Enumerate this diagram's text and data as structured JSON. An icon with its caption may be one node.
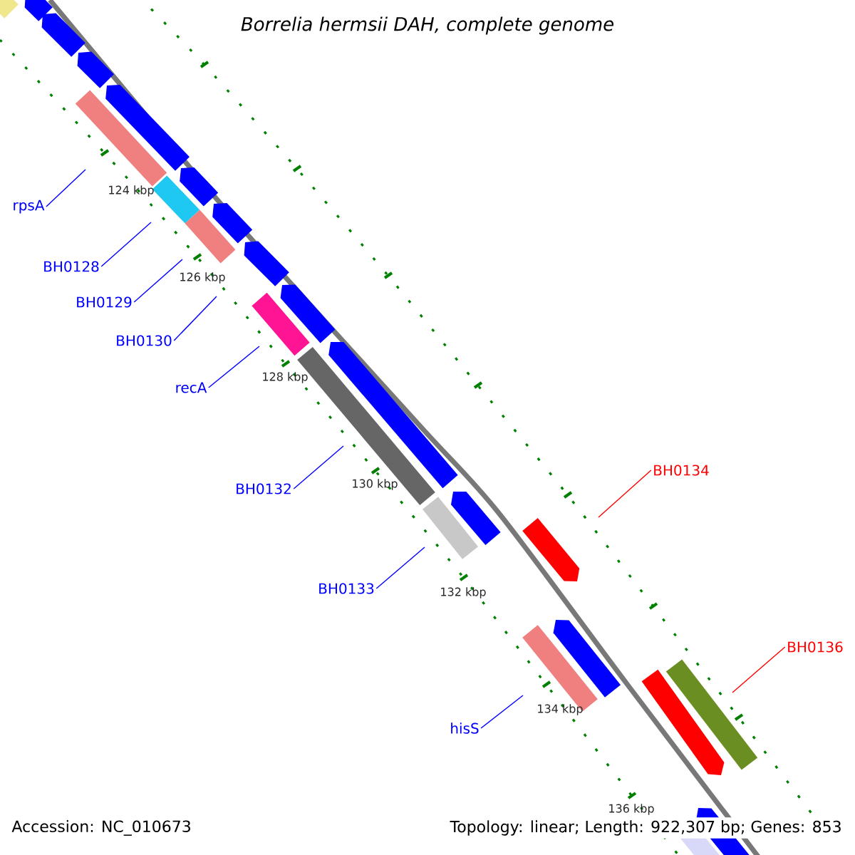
{
  "diagram": {
    "title": "Borrelia hermsii DAH, complete genome",
    "nodes": [
      {
        "text": [
          "rpsA"
        ]
      },
      {
        "text": [
          "BH0128"
        ]
      },
      {
        "text": [
          "BH0129"
        ]
      },
      {
        "text": [
          "BH0130"
        ]
      },
      {
        "text": [
          "recA"
        ]
      },
      {
        "text": [
          "BH0132"
        ]
      },
      {
        "text": [
          "BH0133"
        ]
      },
      {
        "text": [
          "hisS"
        ]
      },
      {
        "text": [
          "BH0134"
        ]
      },
      {
        "text": [
          "BH0136"
        ]
      }
    ],
    "edges": [
      {
        "from": 0,
        "to": null,
        "arrow": "none"
      },
      {
        "from": 1,
        "to": null,
        "arrow": "none"
      },
      {
        "from": 2,
        "to": null,
        "arrow": "none"
      },
      {
        "from": 3,
        "to": null,
        "arrow": "none"
      },
      {
        "from": 4,
        "to": null,
        "arrow": "none"
      },
      {
        "from": 5,
        "to": null,
        "arrow": "none"
      },
      {
        "from": 6,
        "to": null,
        "arrow": "none"
      },
      {
        "from": 7,
        "to": null,
        "arrow": "none"
      },
      {
        "from": 8,
        "to": null,
        "arrow": "none",
        "color": "#ff0000"
      },
      {
        "from": 9,
        "to": null,
        "arrow": "none",
        "color": "#ff0000"
      }
    ],
    "labels": [
      "124 kbp",
      "126 kbp",
      "128 kbp",
      "130 kbp",
      "132 kbp",
      "134 kbp",
      "136 kbp",
      "Accession: NC_010673",
      "Topology: linear; Length: 922,307 bp; Genes: 853"
    ]
  }
}
